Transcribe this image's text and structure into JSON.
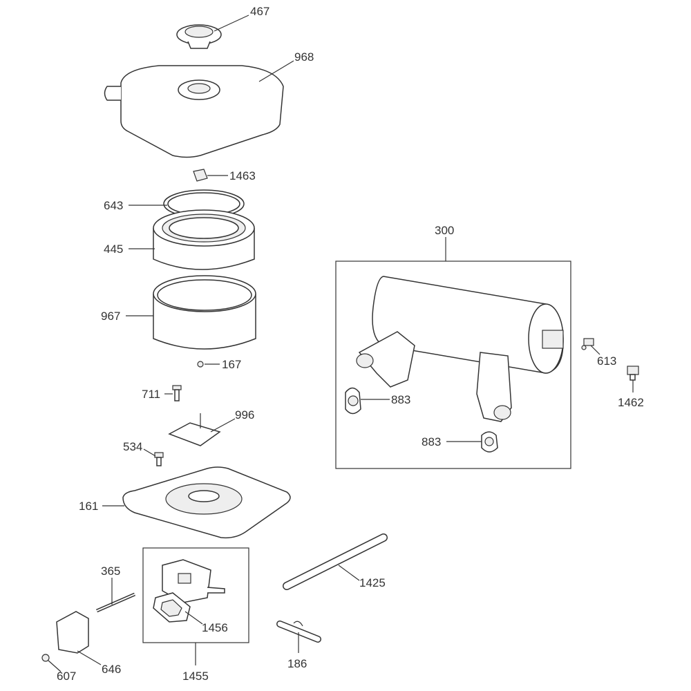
{
  "diagram": {
    "type": "exploded-parts-diagram",
    "callouts": {
      "c467": "467",
      "c968": "968",
      "c1463": "1463",
      "c643": "643",
      "c445": "445",
      "c967": "967",
      "c167": "167",
      "c711": "711",
      "c996": "996",
      "c534": "534",
      "c161": "161",
      "c365": "365",
      "c1456": "1456",
      "c1455": "1455",
      "c646": "646",
      "c607": "607",
      "c1425": "1425",
      "c186": "186",
      "c300": "300",
      "c883a": "883",
      "c883b": "883",
      "c613": "613",
      "c1462": "1462"
    }
  }
}
